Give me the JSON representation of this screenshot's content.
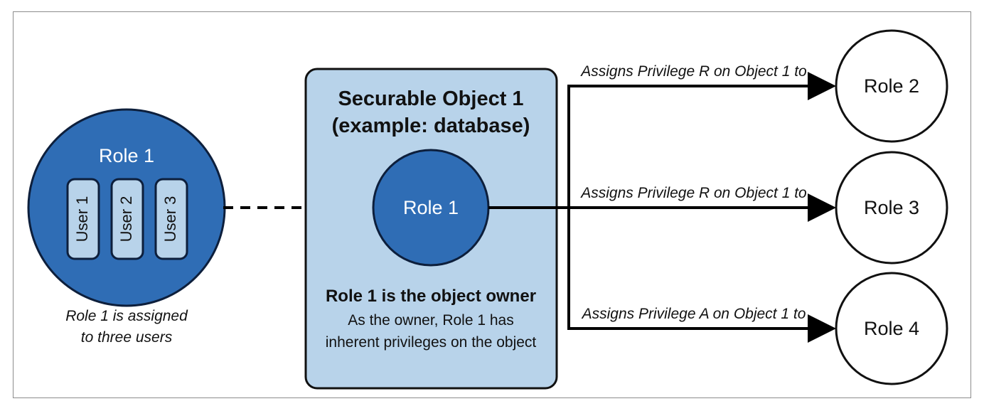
{
  "left_role": {
    "title": "Role 1",
    "users": [
      "User 1",
      "User 2",
      "User 3"
    ],
    "caption_line1": "Role 1 is assigned",
    "caption_line2": "to three users"
  },
  "securable": {
    "title_line1": "Securable Object 1",
    "title_line2": "(example: database)",
    "owner_role": "Role 1",
    "owner_heading": "Role 1 is the object owner",
    "owner_text_line1": "As the owner, Role 1 has",
    "owner_text_line2": "inherent privileges on the object"
  },
  "grants": [
    {
      "label": "Assigns Privilege R on Object 1 to",
      "target": "Role 2"
    },
    {
      "label": "Assigns Privilege R on Object 1 to",
      "target": "Role 3"
    },
    {
      "label": "Assigns Privilege A on Object 1 to",
      "target": "Role 4"
    }
  ],
  "colors": {
    "role_fill": "#2f6db5",
    "role_stroke": "#0d1f3c",
    "user_fill": "#b8d3ea",
    "object_fill": "#b8d3ea",
    "line": "#000000"
  }
}
